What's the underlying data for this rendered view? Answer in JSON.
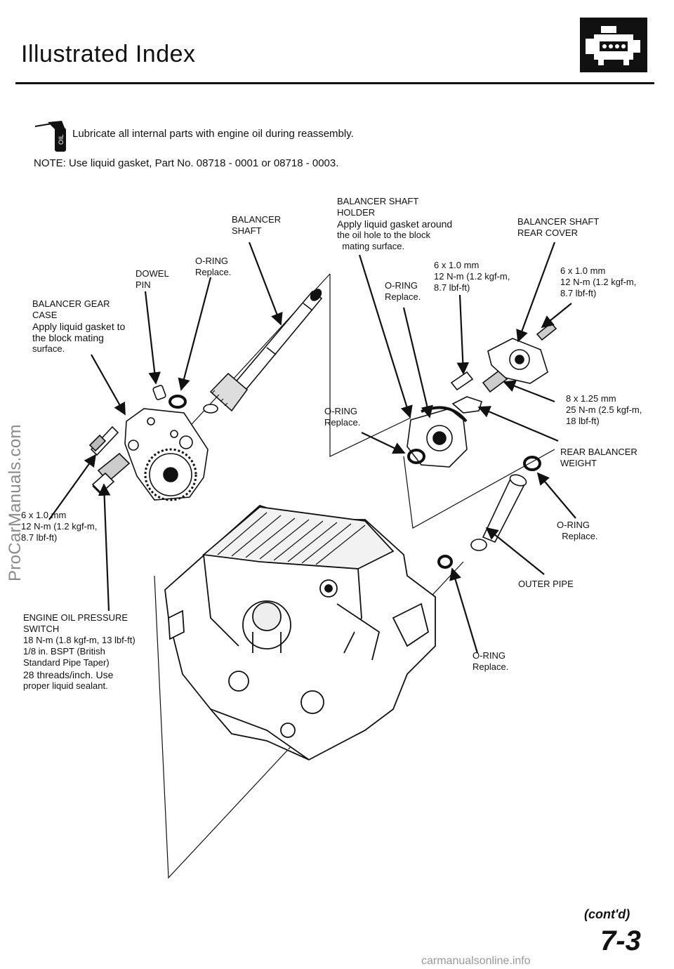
{
  "header": {
    "title": "Illustrated Index"
  },
  "notes": {
    "lube_badge": "OIL",
    "lube_text": "Lubricate all internal parts with engine oil during reassembly.",
    "note_text": "NOTE:  Use liquid gasket, Part No. 08718 - 0001  or 08718 - 0003."
  },
  "labels": {
    "balancer_shaft_holder": "BALANCER SHAFT\nHOLDER",
    "holder_gasket": "Apply liquid gasket around",
    "holder_gasket2": "the oil hole to the block\n  mating surface.",
    "balancer_shaft": "BALANCER\nSHAFT",
    "balancer_shaft_rear_cover": "BALANCER SHAFT\nREAR COVER",
    "oring_top": "O-RING\nReplace.",
    "dowel_pin": "DOWEL\nPIN",
    "bolt_6x1_holder": "6 x 1.0 mm\n12 N-m (1.2 kgf-m,\n8.7 lbf-ft)",
    "oring_holder": "O-RING\nReplace.",
    "bolt_6x1_cover": "6 x 1.0 mm\n12 N-m (1.2 kgf-m,\n8.7 lbf-ft)",
    "balancer_gear_case": "BALANCER GEAR\nCASE",
    "gear_case_gasket": "Apply liquid gasket to\nthe block mating",
    "gear_case_gasket2": "surface.",
    "bolt_8x125": "8 x 1.25 mm\n25 N-m (2.5 kgf-m,\n18 lbf-ft)",
    "oring_mid": "O-RING\nReplace.",
    "rear_balancer_weight": "REAR BALANCER\nWEIGHT",
    "bolt_6x1_left": "6 x 1.0 mm\n12 N-m (1.2 kgf-m,\n8.7 lbf-ft)",
    "oring_outer": "O-RING\n  Replace.",
    "outer_pipe": "OUTER PIPE",
    "engine_oil_pressure_switch": "ENGINE OIL PRESSURE\nSWITCH\n18 N-m (1.8 kgf-m, 13 lbf-ft)\n1/8 in. BSPT (British\nStandard Pipe Taper)",
    "threads": "28 threads/inch. Use",
    "threads2": "proper liquid sealant.",
    "oring_bottom": "O-RING\nReplace."
  },
  "footer": {
    "contd": "(cont'd)",
    "page_number": "7-3"
  },
  "watermarks": {
    "left": "ProCarManuals.com",
    "bottom": "carmanualsonline.info"
  }
}
